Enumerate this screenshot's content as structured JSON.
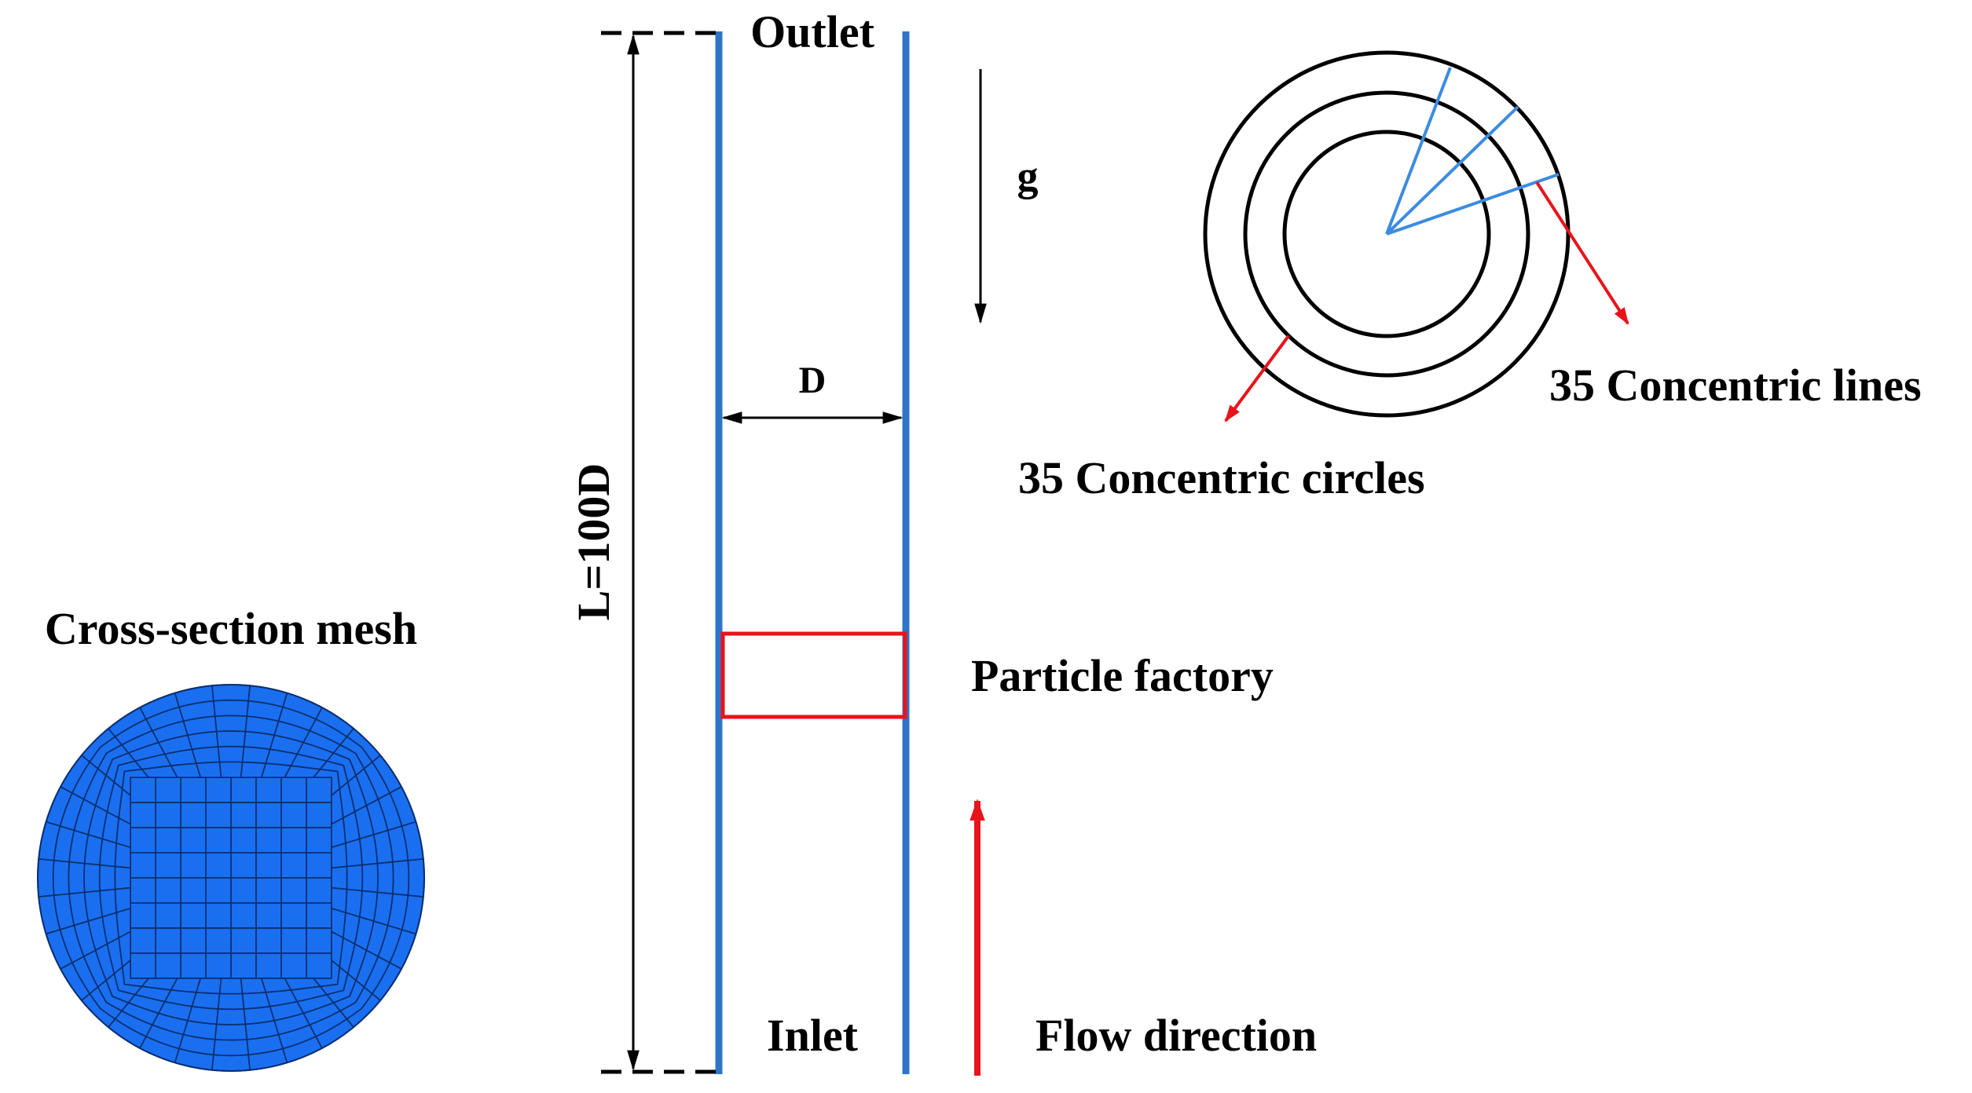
{
  "labels": {
    "outlet": "Outlet",
    "inlet": "Inlet",
    "length": "L=100D",
    "diameter": "D",
    "gravity": "g",
    "particle_factory": "Particle factory",
    "flow_direction": "Flow direction",
    "cross_section": "Cross-section mesh",
    "concentric_lines": "35 Concentric lines",
    "concentric_circles": "35 Concentric circles"
  },
  "colors": {
    "pipe_wall": "#2E75C8",
    "mesh_fill": "#1A6FF0",
    "mesh_lines": "#0A2F70",
    "factory_box": "#E8141B",
    "red_arrow": "#E8141B",
    "radial_lines": "#3C8CE0",
    "black": "#000000"
  },
  "mesh": {
    "radial_divisions": 6,
    "angular_divisions": 32
  },
  "icons": {
    "gravity": "down-arrow-icon",
    "flow": "up-arrow-icon"
  }
}
